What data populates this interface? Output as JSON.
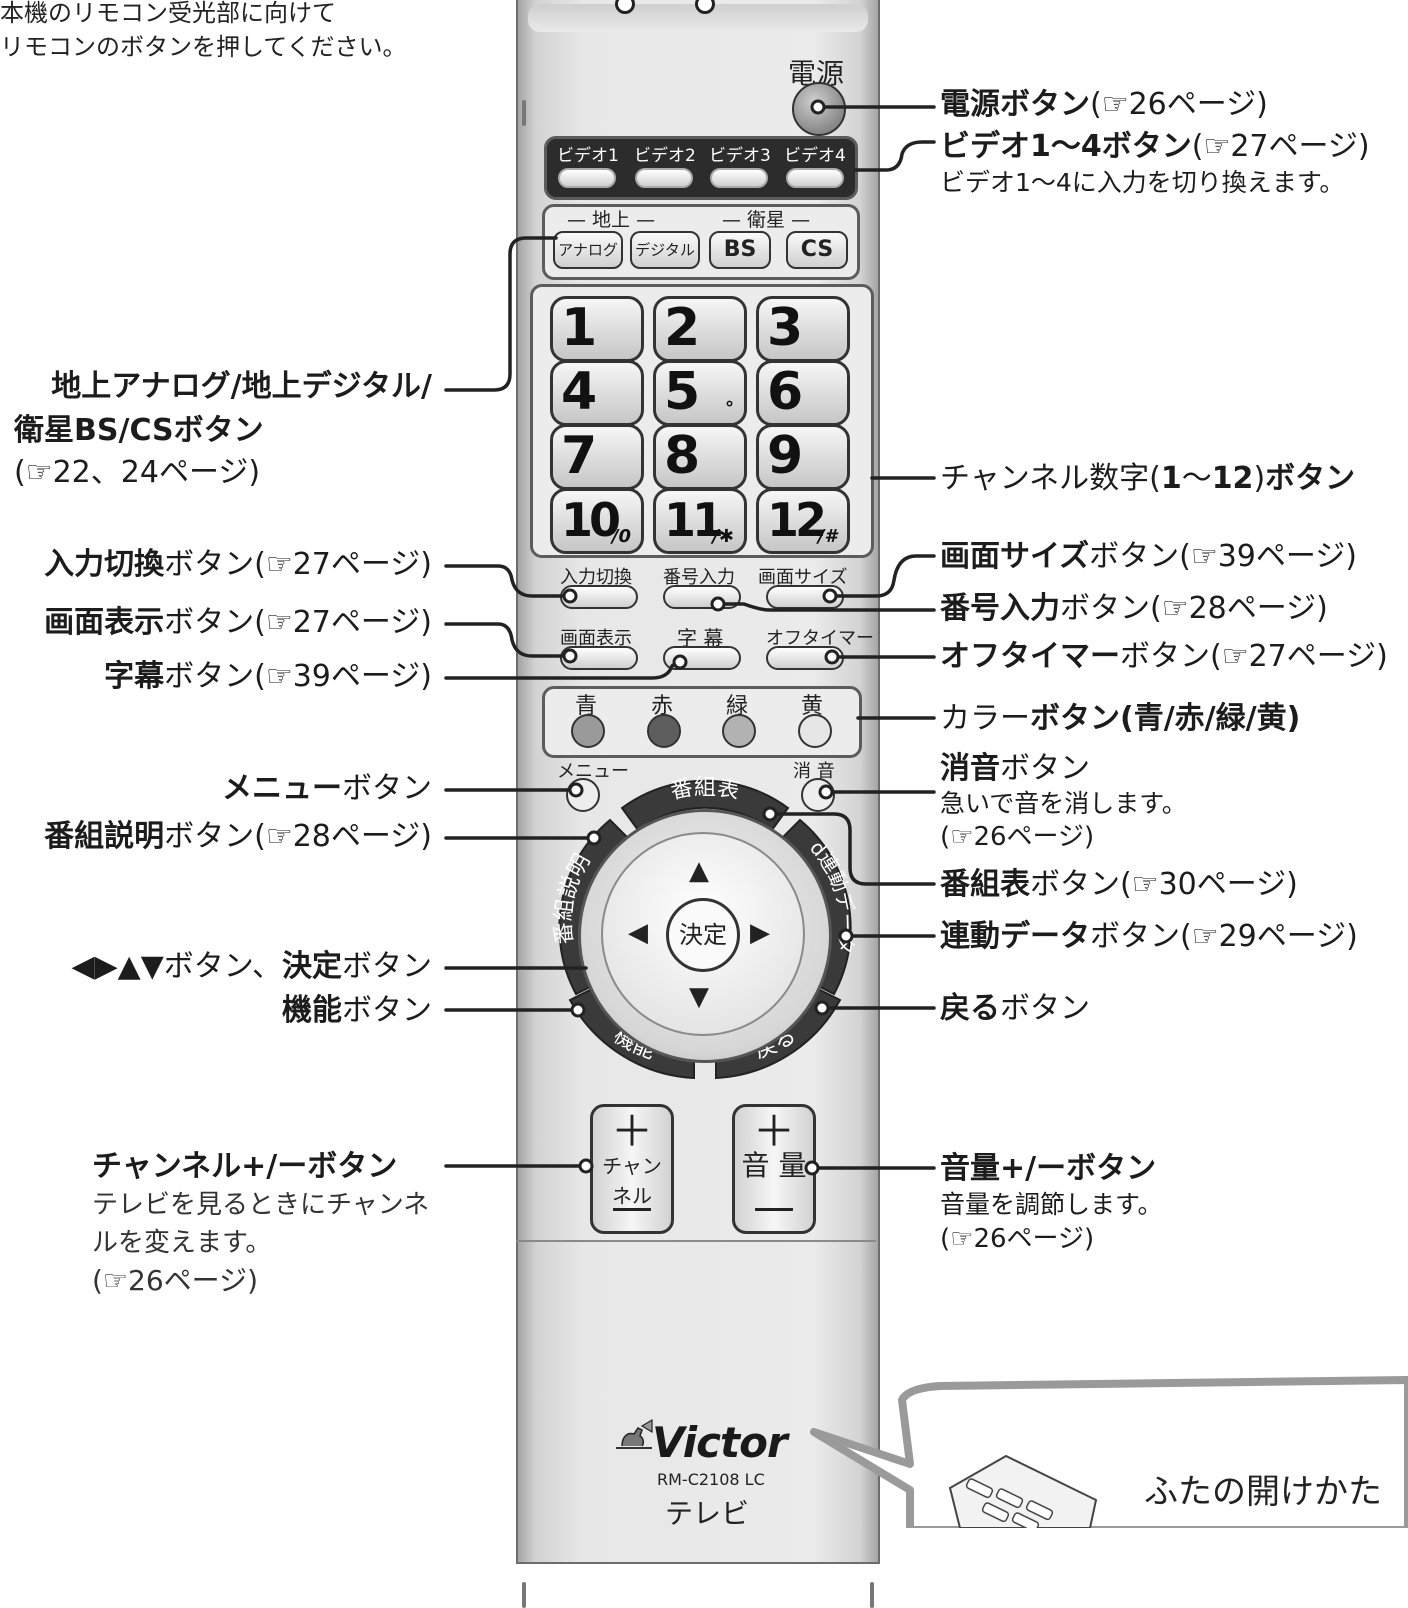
{
  "top_note": {
    "line1": "本機のリモコン受光部に向けて",
    "line2": "リモコンのボタンを押してください。"
  },
  "remote": {
    "power_label": "電源",
    "video_buttons": [
      "ビデオ1",
      "ビデオ2",
      "ビデオ3",
      "ビデオ4"
    ],
    "band_group_terrestrial": "— 地上 —",
    "band_group_satellite": "— 衛星 —",
    "band_buttons": [
      "アナログ",
      "デジタル",
      "BS",
      "CS"
    ],
    "number_keys": [
      {
        "main": "1",
        "suffix": ""
      },
      {
        "main": "2",
        "suffix": ""
      },
      {
        "main": "3",
        "suffix": ""
      },
      {
        "main": "4",
        "suffix": ""
      },
      {
        "main": "5",
        "suffix": "°"
      },
      {
        "main": "6",
        "suffix": ""
      },
      {
        "main": "7",
        "suffix": ""
      },
      {
        "main": "8",
        "suffix": ""
      },
      {
        "main": "9",
        "suffix": ""
      },
      {
        "main": "10",
        "suffix": "/0"
      },
      {
        "main": "11",
        "suffix": "/✱"
      },
      {
        "main": "12",
        "suffix": "/#"
      }
    ],
    "func_row1": [
      "入力切換",
      "番号入力",
      "画面サイズ"
    ],
    "func_row2": [
      "画面表示",
      "字 幕",
      "オフタイマー"
    ],
    "color_labels": [
      "青",
      "赤",
      "緑",
      "黄"
    ],
    "menu_label": "メニュー",
    "mute_label": "消 音",
    "arc_guide": "番組表",
    "arc_info": "番組説明",
    "arc_data": "d連動データ",
    "arc_func": "機能",
    "arc_back": "戻る",
    "ok_label": "決定",
    "ch_label": "チャンネル",
    "vol_label": "音 量",
    "plus": "＋",
    "minus": "—",
    "brand": "Victor",
    "model": "RM-C2108 LC",
    "device": "テレビ"
  },
  "annotations_left": [
    {
      "id": "band",
      "bold1": "地上アナログ",
      "t1": "/",
      "bold2": "地上デジタル",
      "t2": "/",
      "line2_bold1": "衛星BS",
      "line2_t1": "/",
      "line2_bold2": "CS",
      "line2_t2": "ボタン",
      "ref": "(☞22、24ページ)"
    },
    {
      "id": "input",
      "bold": "入力切換",
      "text": "ボタン(☞27ページ)"
    },
    {
      "id": "display",
      "bold": "画面表示",
      "text": "ボタン(☞27ページ)"
    },
    {
      "id": "subtitle",
      "bold": "字幕",
      "text": "ボタン(☞39ページ)"
    },
    {
      "id": "menu",
      "bold": "メニュー",
      "text": "ボタン"
    },
    {
      "id": "info",
      "bold": "番組説明",
      "text": "ボタン(☞28ページ)"
    },
    {
      "id": "dpad",
      "bold": "",
      "text": "◀▶▲▼ボタン、",
      "bold2": "決定",
      "text2": "ボタン"
    },
    {
      "id": "func",
      "bold": "機能",
      "text": "ボタン"
    },
    {
      "id": "channel",
      "bold": "チャンネル+/ー",
      "text": "ボタン",
      "sub1": "テレビを見るときにチャンネ",
      "sub2": "ルを変えます。",
      "sub3": "(☞26ページ)"
    }
  ],
  "annotations_right": [
    {
      "id": "power",
      "bold": "電源ボタン",
      "text": "(☞26ページ)"
    },
    {
      "id": "video",
      "bold": "ビデオ1〜4ボタン",
      "text": "(☞27ページ)",
      "sub1": "ビデオ1〜4に入力を切り換えます。"
    },
    {
      "id": "number",
      "text": "チャンネル数字(",
      "bold": "1",
      "text2": "〜",
      "bold2": "12",
      "text3": ")",
      "bold3": "ボタン"
    },
    {
      "id": "size",
      "bold": "画面サイズ",
      "text": "ボタン(☞39ページ)"
    },
    {
      "id": "numinput",
      "bold": "番号入力",
      "text": "ボタン(☞28ページ)"
    },
    {
      "id": "offtimer",
      "bold": "オフタイマー",
      "text": "ボタン(☞27ページ)"
    },
    {
      "id": "color",
      "text": "カラー",
      "bold": "ボタン(青/赤/緑/黄)"
    },
    {
      "id": "mute",
      "bold": "消音",
      "text": "ボタン",
      "sub1": "急いで音を消します。",
      "sub2": "(☞26ページ)"
    },
    {
      "id": "guide",
      "bold": "番組表",
      "text": "ボタン(☞30ページ)"
    },
    {
      "id": "data",
      "bold": "連動データ",
      "text": "ボタン(☞29ページ)"
    },
    {
      "id": "back",
      "bold": "戻る",
      "text": "ボタン"
    },
    {
      "id": "volume",
      "bold": "音量+/ー",
      "text": "ボタン",
      "sub1": "音量を調節します。",
      "sub2": "(☞26ページ)"
    }
  ],
  "lid": {
    "title": "ふたの開けかた"
  },
  "colors": {
    "line": "#222222",
    "body_light": "#ebebeb",
    "body_edge": "#a5a5a5",
    "video_panel": "#2c2c2c",
    "arc_button": "#3a3a3a"
  },
  "icons": [
    "pointing-hand-icon",
    "his-masters-voice-dog-icon"
  ]
}
